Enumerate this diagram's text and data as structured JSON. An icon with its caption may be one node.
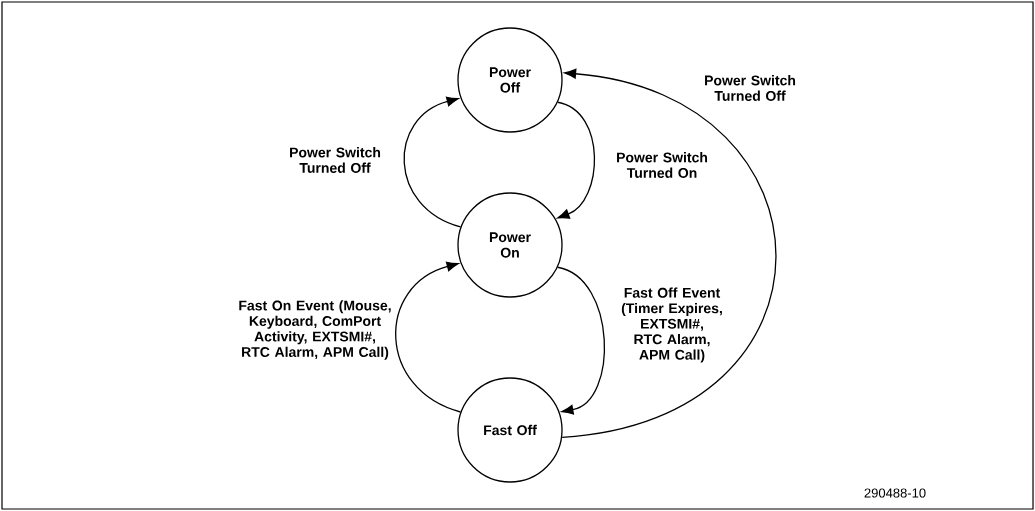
{
  "diagram": {
    "nodes": [
      {
        "text": [
          "Power Off"
        ]
      },
      {
        "text": [
          "Power On"
        ]
      },
      {
        "text": [
          "Fast Off"
        ]
      }
    ],
    "edges": [
      {
        "from": 1,
        "to": 0,
        "arrow": "to",
        "label": "Power Switch Turned Off"
      },
      {
        "from": 0,
        "to": 1,
        "arrow": "to",
        "label": "Power Switch Turned On"
      },
      {
        "from": 2,
        "to": 1,
        "arrow": "to",
        "label": "Fast On Event (Mouse, Keyboard, ComPort Activity, EXTSMI#, RTC Alarm, APM Call)"
      },
      {
        "from": 1,
        "to": 2,
        "arrow": "to",
        "label": "Fast Off Event (Timer Expires, EXTSMI#, RTC Alarm, APM Call)"
      },
      {
        "from": 2,
        "to": 0,
        "arrow": "to",
        "label": "Power Switch Turned Off"
      }
    ],
    "labels": [
      "290488-10"
    ]
  }
}
